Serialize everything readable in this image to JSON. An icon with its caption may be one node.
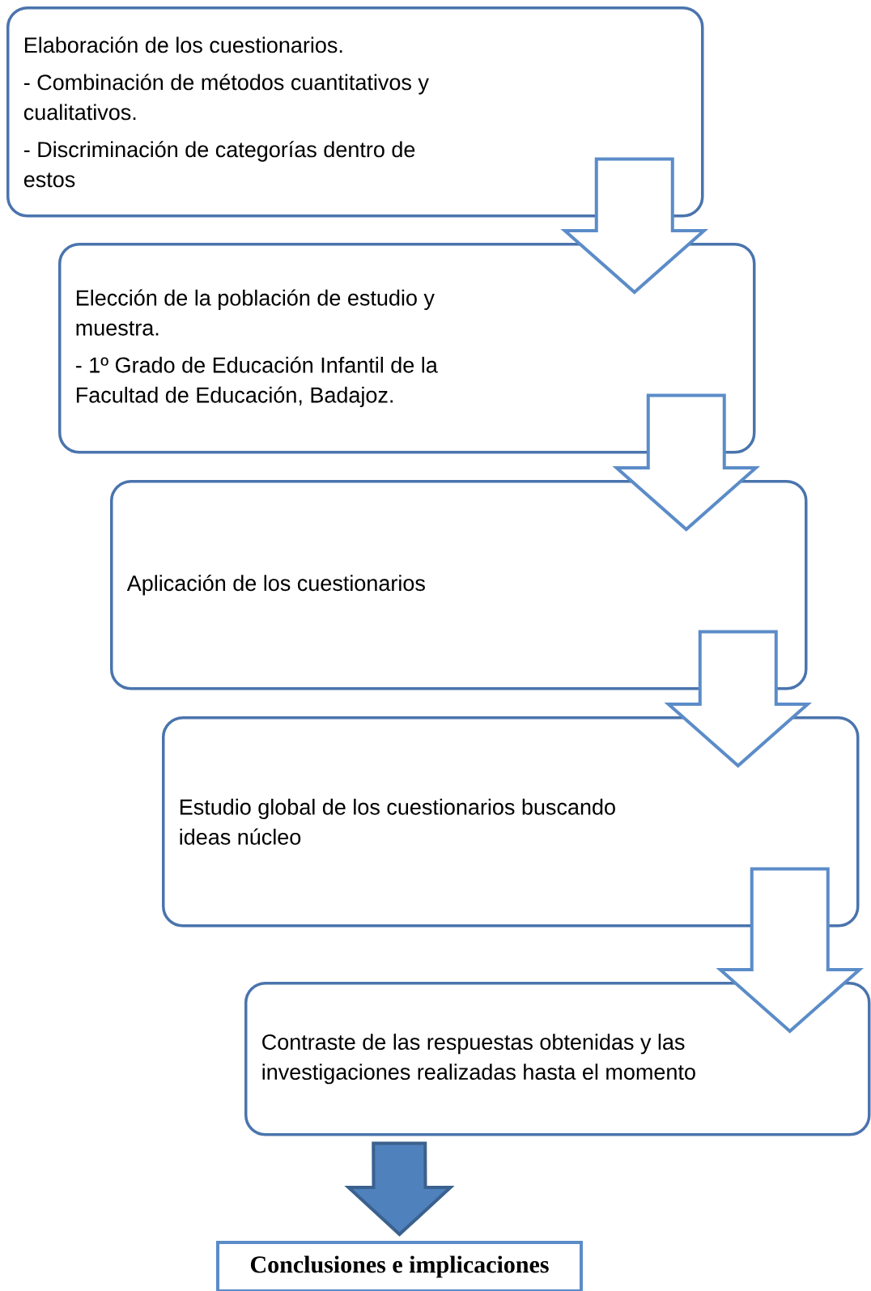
{
  "diagram": {
    "nodes": [
      {
        "text": [
          "Elaboración de los cuestionarios.",
          "- Combinación de métodos cuantitativos y cualitativos.",
          "- Discriminación de categorías dentro de estos"
        ]
      },
      {
        "text": [
          "Elección de la población de estudio y muestra.",
          "- 1º Grado de Educación Infantil de la Facultad de Educación, Badajoz."
        ]
      },
      {
        "text": [
          "Aplicación de los cuestionarios"
        ]
      },
      {
        "text": [
          "Estudio global de los cuestionarios buscando ideas núcleo"
        ]
      },
      {
        "text": [
          "Contraste de las respuestas obtenidas y las investigaciones realizadas hasta el momento"
        ]
      },
      {
        "text": [
          "Conclusiones e implicaciones"
        ]
      }
    ],
    "edges": [
      {
        "from": 0,
        "to": 1,
        "arrow": "to"
      },
      {
        "from": 1,
        "to": 2,
        "arrow": "to"
      },
      {
        "from": 2,
        "to": 3,
        "arrow": "to"
      },
      {
        "from": 3,
        "to": 4,
        "arrow": "to"
      },
      {
        "from": 4,
        "to": 5,
        "arrow": "to",
        "color": "#4f81bd"
      }
    ]
  }
}
